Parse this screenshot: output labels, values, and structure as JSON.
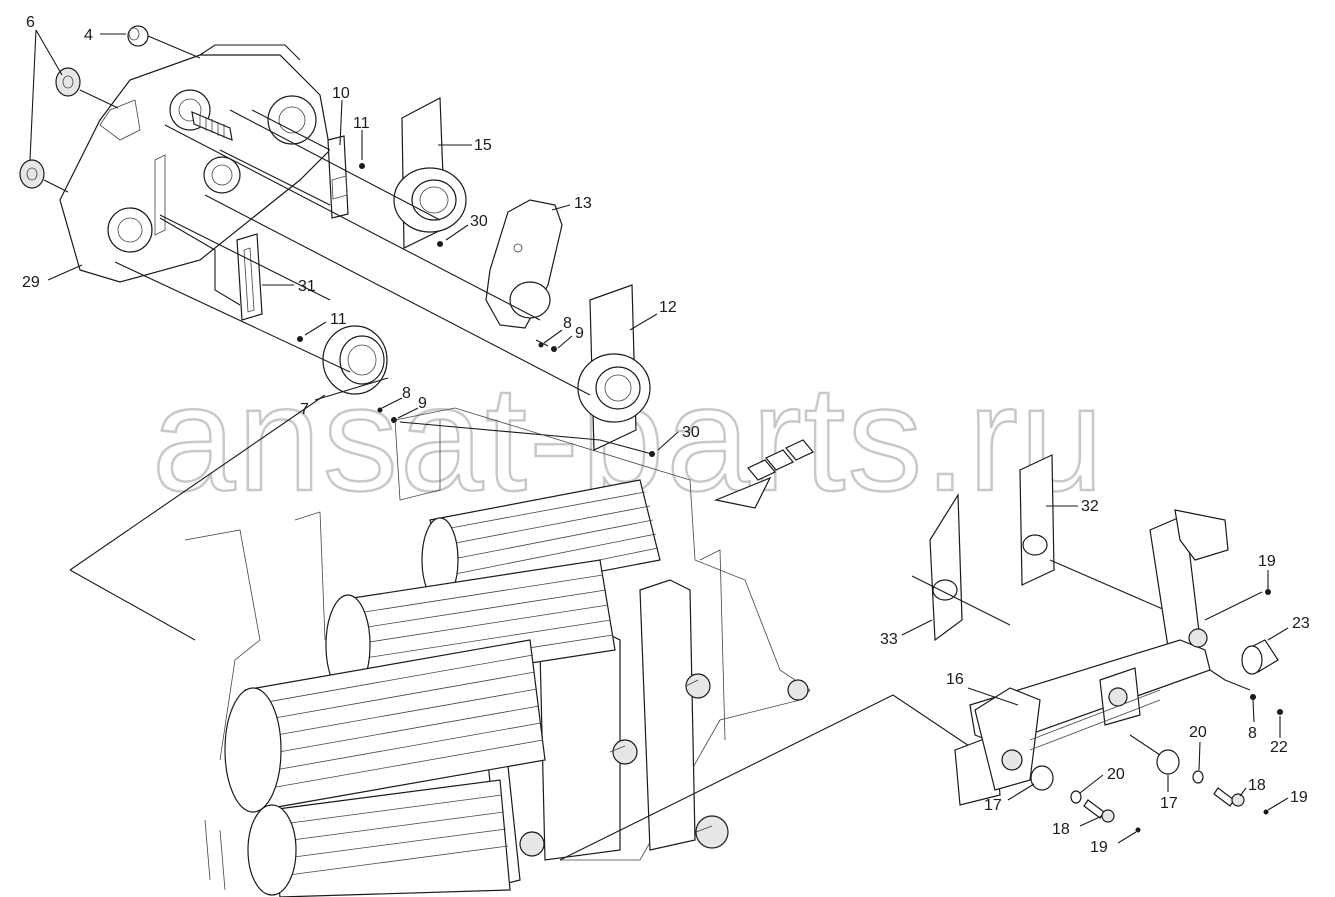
{
  "watermark": "ansat-parts.ru",
  "accent_color": "#1a1a1a",
  "callouts": [
    {
      "id": "c6",
      "label": "6"
    },
    {
      "id": "c4",
      "label": "4"
    },
    {
      "id": "c10",
      "label": "10"
    },
    {
      "id": "c11a",
      "label": "11"
    },
    {
      "id": "c15",
      "label": "15"
    },
    {
      "id": "c13",
      "label": "13"
    },
    {
      "id": "c30a",
      "label": "30"
    },
    {
      "id": "c29",
      "label": "29"
    },
    {
      "id": "c31",
      "label": "31"
    },
    {
      "id": "c11b",
      "label": "11"
    },
    {
      "id": "c8a",
      "label": "8"
    },
    {
      "id": "c9a",
      "label": "9"
    },
    {
      "id": "c12",
      "label": "12"
    },
    {
      "id": "c7",
      "label": "7"
    },
    {
      "id": "c8b",
      "label": "8"
    },
    {
      "id": "c9b",
      "label": "9"
    },
    {
      "id": "c30b",
      "label": "30"
    },
    {
      "id": "c32",
      "label": "32"
    },
    {
      "id": "c19a",
      "label": "19"
    },
    {
      "id": "c23",
      "label": "23"
    },
    {
      "id": "c33",
      "label": "33"
    },
    {
      "id": "c16",
      "label": "16"
    },
    {
      "id": "c8c",
      "label": "8"
    },
    {
      "id": "c22",
      "label": "22"
    },
    {
      "id": "c20a",
      "label": "20"
    },
    {
      "id": "c20b",
      "label": "20"
    },
    {
      "id": "c18a",
      "label": "18"
    },
    {
      "id": "c19b",
      "label": "19"
    },
    {
      "id": "c17a",
      "label": "17"
    },
    {
      "id": "c17b",
      "label": "17"
    },
    {
      "id": "c18b",
      "label": "18"
    },
    {
      "id": "c19c",
      "label": "19"
    }
  ]
}
